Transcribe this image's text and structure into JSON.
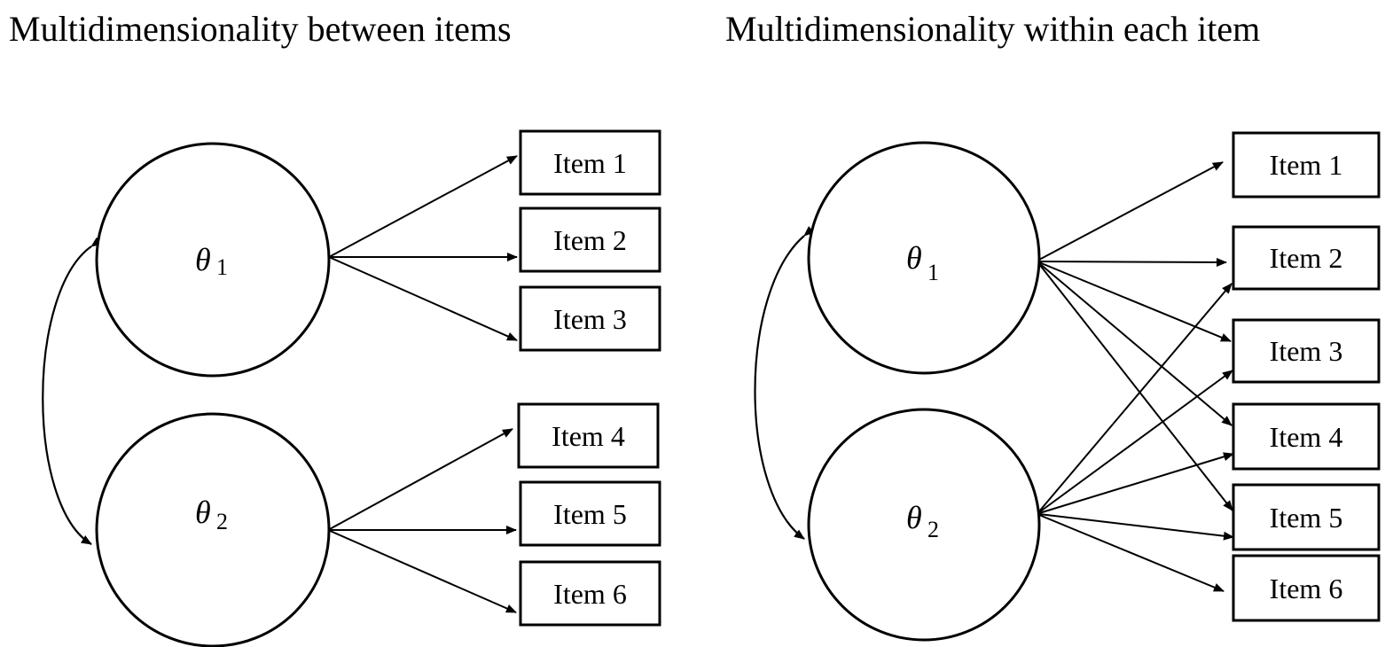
{
  "panels": {
    "between": {
      "title": "Multidimensionality between items",
      "factors": [
        {
          "symbol": "θ",
          "subscript": "1"
        },
        {
          "symbol": "θ",
          "subscript": "2"
        }
      ],
      "items": [
        "Item 1",
        "Item 2",
        "Item 3",
        "Item 4",
        "Item 5",
        "Item 6"
      ]
    },
    "within": {
      "title": "Multidimensionality within each item",
      "factors": [
        {
          "symbol": "θ",
          "subscript": "1"
        },
        {
          "symbol": "θ",
          "subscript": "2"
        }
      ],
      "items": [
        "Item 1",
        "Item 2",
        "Item 3",
        "Item 4",
        "Item 5",
        "Item 6"
      ]
    }
  }
}
